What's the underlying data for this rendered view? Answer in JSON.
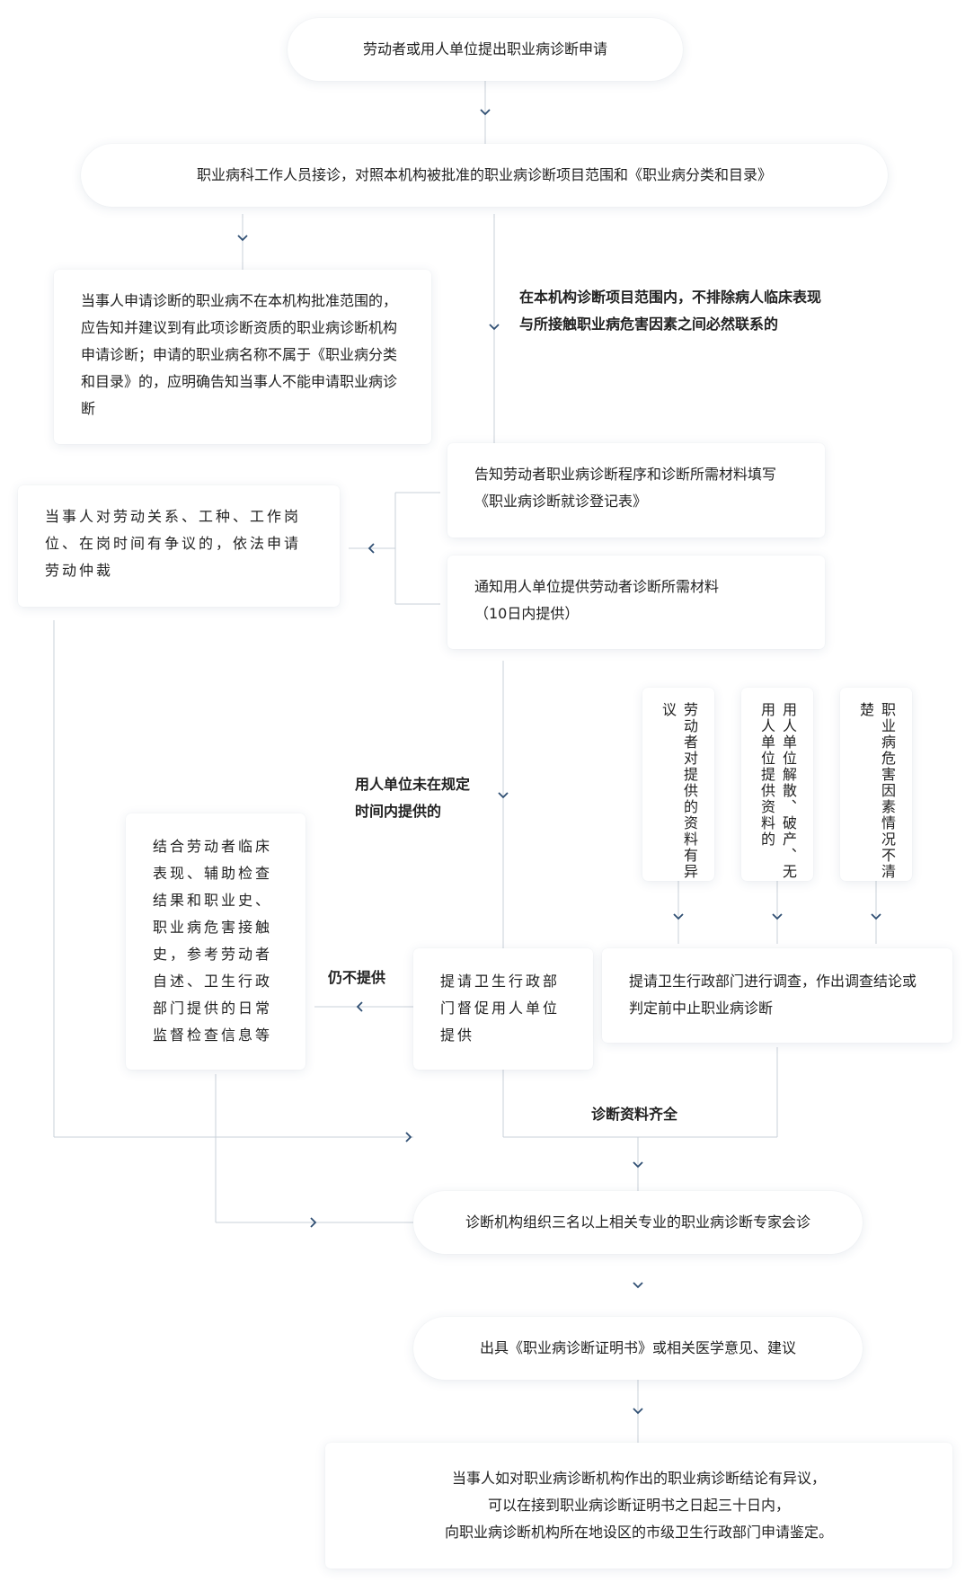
{
  "nodes": {
    "apply": "劳动者或用人单位提出职业病诊断申请",
    "reception": "职业病科工作人员接诊，对照本机构被批准的职业病诊断项目范围和《职业病分类和目录》",
    "out_of_scope": "当事人申请诊断的职业病不在本机构批准范围的，应告知并建议到有此项诊断资质的职业病诊断机构申请诊断；申请的职业病名称不属于《职业病分类和目录》的，应明确告知当事人不能申请职业病诊断",
    "in_scope": "在本机构诊断项目范围内，不排除病人临床表现与所接触职业病危害因素之间必然联系的",
    "inform_worker": "告知劳动者职业病诊断程序和诊断所需材料填写《职业病诊断就诊登记表》",
    "labor_dispute": "当事人对劳动关系、工种、工作岗位、在岗时间有争议的，依法申请劳动仲裁",
    "notify_employer": "通知用人单位提供劳动者诊断所需材料",
    "notify_employer_note": "（10日内提供）",
    "employer_not_provided": "用人单位未在规定时间内提供的",
    "worker_objection": "劳动者对提供的资料有异议",
    "employer_dissolved": "用人单位解散、破产、无用人单位提供资料的",
    "hazard_unclear": "职业病危害因素情况不清楚",
    "combine_evidence": "结合劳动者临床表现、辅助检查结果和职业史、职业病危害接触史，参考劳动者自述、卫生行政部门提供的日常监督检查信息等",
    "still_not_provided": "仍不提供",
    "request_supervision": "提请卫生行政部门督促用人单位提供",
    "request_investigation": "提请卫生行政部门进行调查，作出调查结论或判定前中止职业病诊断",
    "materials_complete": "诊断资料齐全",
    "expert_consultation": "诊断机构组织三名以上相关专业的职业病诊断专家会诊",
    "issue_certificate": "出具《职业病诊断证明书》或相关医学意见、建议",
    "appeal_line1": "当事人如对职业病诊断机构作出的职业病诊断结论有异议，",
    "appeal_line2": "可以在接到职业病诊断证明书之日起三十日内，",
    "appeal_line3": "向职业病诊断机构所在地设区的市级卫生行政部门申请鉴定。"
  },
  "colors": {
    "line": "#c9d0d8",
    "arrow": "#2f4f73",
    "text": "#222222",
    "card_bg": "#ffffff"
  },
  "icons": {
    "down": "chevron-down-icon",
    "left": "chevron-left-icon",
    "right": "chevron-right-icon"
  }
}
